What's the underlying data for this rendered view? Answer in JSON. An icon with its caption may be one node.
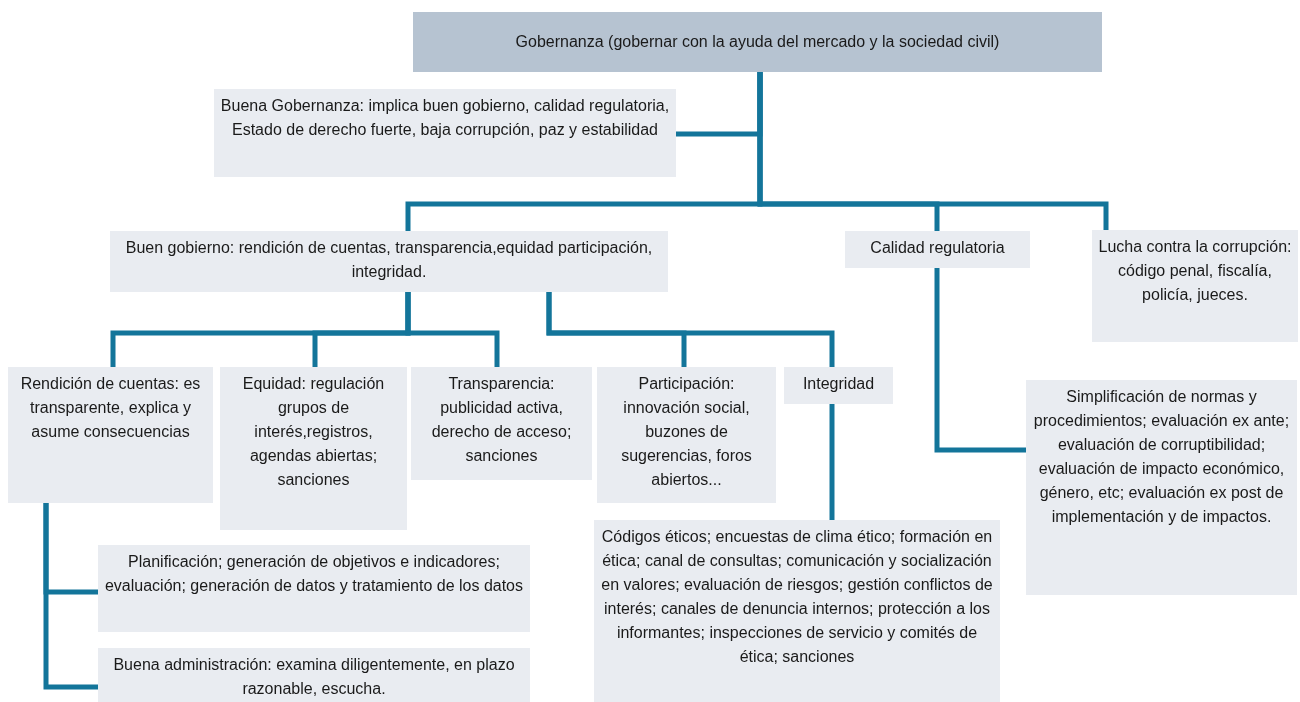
{
  "diagram": {
    "nodes": [
      {
        "text": [
          "Gobernanza (gobernar con la ayuda del mercado y la sociedad civil)"
        ]
      },
      {
        "text": [
          "Buena Gobernanza: implica buen gobierno, calidad regulatoria, Estado de derecho fuerte, baja corrupción, paz y estabilidad"
        ]
      },
      {
        "text": [
          "Buen gobierno: rendición de cuentas, transparencia,equidad participación, integridad."
        ]
      },
      {
        "text": [
          "Calidad regulatoria"
        ]
      },
      {
        "text": [
          "Lucha contra la corrupción: código penal, fiscalía, policía, jueces."
        ]
      },
      {
        "text": [
          "Rendición de cuentas: es transparente, explica y asume consecuencias"
        ]
      },
      {
        "text": [
          "Equidad: regulación grupos de interés,registros, agendas abiertas; sanciones"
        ]
      },
      {
        "text": [
          "Transparencia: publicidad activa, derecho de acceso; sanciones"
        ]
      },
      {
        "text": [
          "Participación: innovación social, buzones de sugerencias, foros abiertos..."
        ]
      },
      {
        "text": [
          "Integridad"
        ]
      },
      {
        "text": [
          "Planificación; generación de objetivos e indicadores; evaluación; generación de datos y tratamiento de los datos"
        ]
      },
      {
        "text": [
          "Buena administración: examina diligentemente, en plazo razonable, escucha."
        ]
      },
      {
        "text": [
          "Códigos éticos; encuestas de clima ético; formación en ética; canal de consultas; comunicación y socialización en valores; evaluación de riesgos; gestión conflictos de interés; canales de denuncia internos; protección a los informantes; inspecciones de servicio y comités de ética; sanciones"
        ]
      },
      {
        "text": [
          "Simplificación de normas y procedimientos;  evaluación ex ante; evaluación de corruptibilidad; evaluación de impacto económico, género, etc; evaluación ex post de implementación y de impactos."
        ]
      }
    ],
    "edges": [
      {
        "from": 0,
        "to": 1,
        "arrow": "none"
      },
      {
        "from": 0,
        "to": 2,
        "arrow": "none"
      },
      {
        "from": 0,
        "to": 3,
        "arrow": "none"
      },
      {
        "from": 0,
        "to": 4,
        "arrow": "none"
      },
      {
        "from": 2,
        "to": 5,
        "arrow": "none"
      },
      {
        "from": 2,
        "to": 6,
        "arrow": "none"
      },
      {
        "from": 2,
        "to": 7,
        "arrow": "none"
      },
      {
        "from": 2,
        "to": 8,
        "arrow": "none"
      },
      {
        "from": 2,
        "to": 9,
        "arrow": "none"
      },
      {
        "from": 5,
        "to": 10,
        "arrow": "none"
      },
      {
        "from": 5,
        "to": 11,
        "arrow": "none"
      },
      {
        "from": 9,
        "to": 12,
        "arrow": "none"
      },
      {
        "from": 3,
        "to": 13,
        "arrow": "none"
      }
    ]
  }
}
